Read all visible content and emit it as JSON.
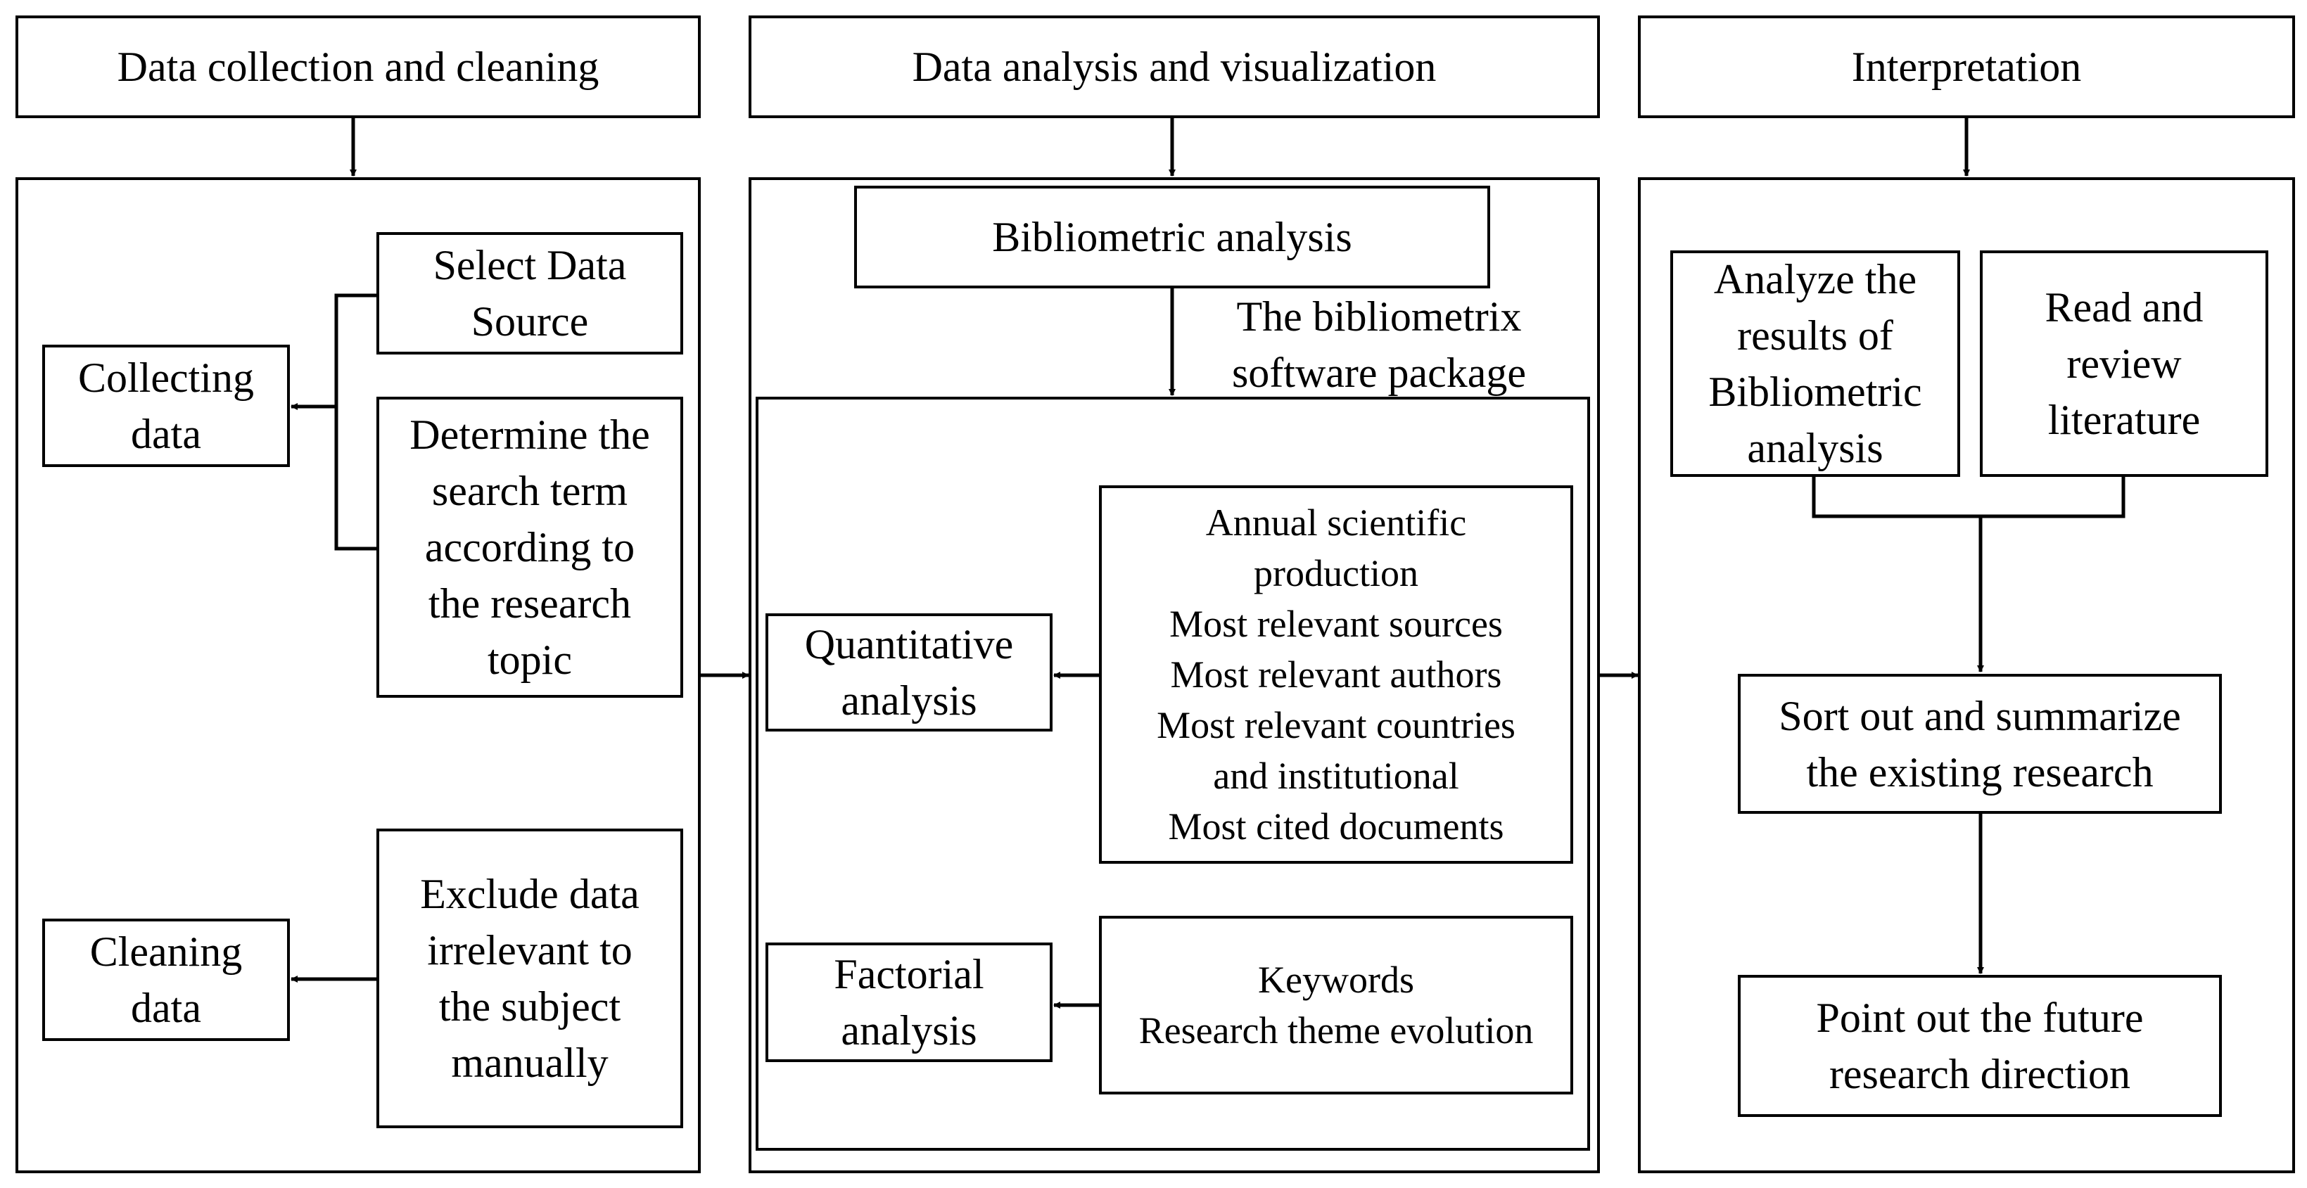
{
  "stages": {
    "collection": "Data collection and cleaning",
    "analysis": "Data analysis and visualization",
    "interpretation": "Interpretation"
  },
  "collection": {
    "collecting": [
      "Collecting",
      "data"
    ],
    "select_source": [
      "Select Data",
      "Source"
    ],
    "search_term": [
      "Determine the",
      "search term",
      "according to",
      "the research",
      "topic"
    ],
    "cleaning": [
      "Cleaning",
      "data"
    ],
    "exclude": [
      "Exclude data",
      "irrelevant to",
      "the subject",
      "manually"
    ]
  },
  "analysis": {
    "bibliometric": "Bibliometric analysis",
    "tool": [
      "The bibliometrix",
      "software package"
    ],
    "quantitative": [
      "Quantitative",
      "analysis"
    ],
    "quantitative_items": [
      "Annual scientific",
      "production",
      "Most relevant sources",
      "Most relevant authors",
      "Most relevant countries",
      "and institutional",
      "Most cited documents"
    ],
    "factorial": [
      "Factorial",
      "analysis"
    ],
    "factorial_items": [
      "Keywords",
      "Research theme evolution"
    ]
  },
  "interpretation": {
    "analyze_results": [
      "Analyze the",
      "results of",
      "Bibliometric",
      "analysis"
    ],
    "read_review": [
      "Read and",
      "review",
      "literature"
    ],
    "summarize": [
      "Sort out and summarize",
      "the existing research"
    ],
    "future": [
      "Point out the future",
      "research direction"
    ]
  }
}
